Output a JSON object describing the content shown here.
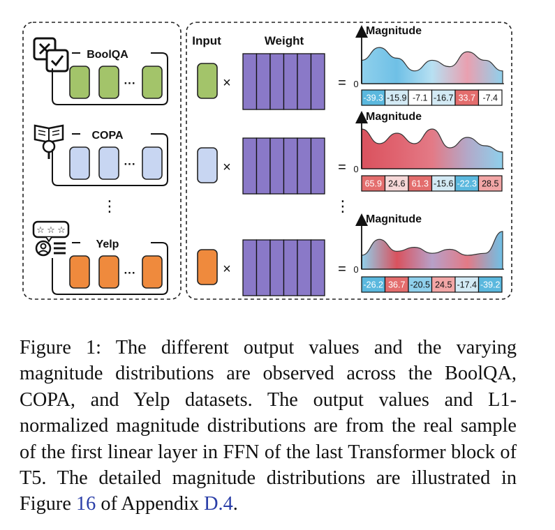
{
  "panel_left": {
    "datasets": [
      {
        "name": "BoolQA",
        "color": "#a3c46a",
        "ellipsis": "···"
      },
      {
        "name": "COPA",
        "color": "#c8d6f2",
        "ellipsis": "···"
      },
      {
        "name": "Yelp",
        "color": "#ef8a3d",
        "ellipsis": "···"
      }
    ],
    "vertical_dots": "⋮",
    "icons": [
      "task-check-icon",
      "book-search-icon",
      "review-stars-icon"
    ]
  },
  "panel_right": {
    "input_header": "Input",
    "weight_header": "Weight",
    "times_symbol": "×",
    "equals_symbol": "=",
    "vertical_dots": "⋮",
    "input_colors": [
      "#a3c46a",
      "#c8d6f2",
      "#ef8a3d"
    ],
    "weight_color": "#8a79c8",
    "rows": [
      {
        "axis_label": "Magnitude",
        "zero": "0",
        "values": [
          "-39.3",
          "-15.9",
          "-7.1",
          "-16.7",
          "33.7",
          "-7.4"
        ],
        "cell_colors": [
          "#5bb8de",
          "#d3eaf5",
          "#ffffff",
          "#d3eaf5",
          "#e36d6d",
          "#ffffff"
        ],
        "peaks": [
          0.55,
          0.85,
          0.6,
          0.3,
          0.55,
          0.4,
          0.75,
          0.55,
          0.3
        ],
        "gradient": [
          "#8fd0ec",
          "#6fc0e6",
          "#b7e0f2",
          "#e9a0b0",
          "#8fd0ec"
        ]
      },
      {
        "axis_label": "Magnitude",
        "zero": "0",
        "values": [
          "65.9",
          "24.6",
          "61.3",
          "-15.6",
          "-22.3",
          "28.5"
        ],
        "cell_colors": [
          "#e36d6d",
          "#f6d8d8",
          "#e36d6d",
          "#d3eaf5",
          "#5bb8de",
          "#f2a6a6"
        ],
        "peaks": [
          0.95,
          0.6,
          0.85,
          0.6,
          0.95,
          0.5,
          0.75,
          0.55,
          0.4
        ],
        "gradient": [
          "#d9525e",
          "#e06470",
          "#e37a86",
          "#b3a8c8",
          "#8fd0ec"
        ]
      },
      {
        "axis_label": "Magnitude",
        "zero": "0",
        "values": [
          "-26.2",
          "36.7",
          "-20.5",
          "24.5",
          "-17.4",
          "-39.2"
        ],
        "cell_colors": [
          "#5bb8de",
          "#e36d6d",
          "#8fd0ec",
          "#f2a6a6",
          "#d3eaf5",
          "#5bb8de"
        ],
        "peaks": [
          0.35,
          0.75,
          0.45,
          0.55,
          0.4,
          0.5,
          0.35,
          0.4,
          0.95
        ],
        "gradient": [
          "#8fd0ec",
          "#d9525e",
          "#b7a0c8",
          "#e37a86",
          "#6fc0e6"
        ]
      }
    ]
  },
  "caption": {
    "prefix": "Figure 1: ",
    "body": "The different output values and the varying magnitude distributions are observed across the BoolQA, COPA, and Yelp datasets. The output values and L1-normalized magnitude distributions are from the real sample of the first linear layer in FFN of the last Transformer block of T5. The detailed magnitude distributions are illustrated in Figure ",
    "ref_figure": "16",
    "mid": " of Appendix ",
    "ref_appendix": "D.4",
    "suffix": "."
  }
}
